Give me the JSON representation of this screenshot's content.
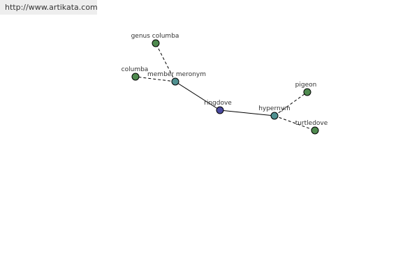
{
  "url_text": "http://www.artikata.com",
  "colors": {
    "leaf": "#4f8a4f",
    "relation": "#4f9090",
    "center": "#4a4aa0",
    "edge": "#000000",
    "url_bg": "#eeeeee"
  },
  "nodes": [
    {
      "id": "ringdove",
      "label": "ringdove",
      "kind": "center"
    },
    {
      "id": "member_meronym",
      "label": "member meronym",
      "kind": "relation"
    },
    {
      "id": "hypernym",
      "label": "hypernym",
      "kind": "relation"
    },
    {
      "id": "genus_columba",
      "label": "genus columba",
      "kind": "leaf"
    },
    {
      "id": "columba",
      "label": "columba",
      "kind": "leaf"
    },
    {
      "id": "pigeon",
      "label": "pigeon",
      "kind": "leaf"
    },
    {
      "id": "turtledove",
      "label": "turtledove",
      "kind": "leaf"
    }
  ],
  "edges": [
    {
      "from": "ringdove",
      "to": "member_meronym",
      "style": "solid"
    },
    {
      "from": "ringdove",
      "to": "hypernym",
      "style": "solid"
    },
    {
      "from": "member_meronym",
      "to": "genus_columba",
      "style": "dashed"
    },
    {
      "from": "member_meronym",
      "to": "columba",
      "style": "dashed"
    },
    {
      "from": "hypernym",
      "to": "pigeon",
      "style": "dashed"
    },
    {
      "from": "hypernym",
      "to": "turtledove",
      "style": "dashed"
    }
  ]
}
